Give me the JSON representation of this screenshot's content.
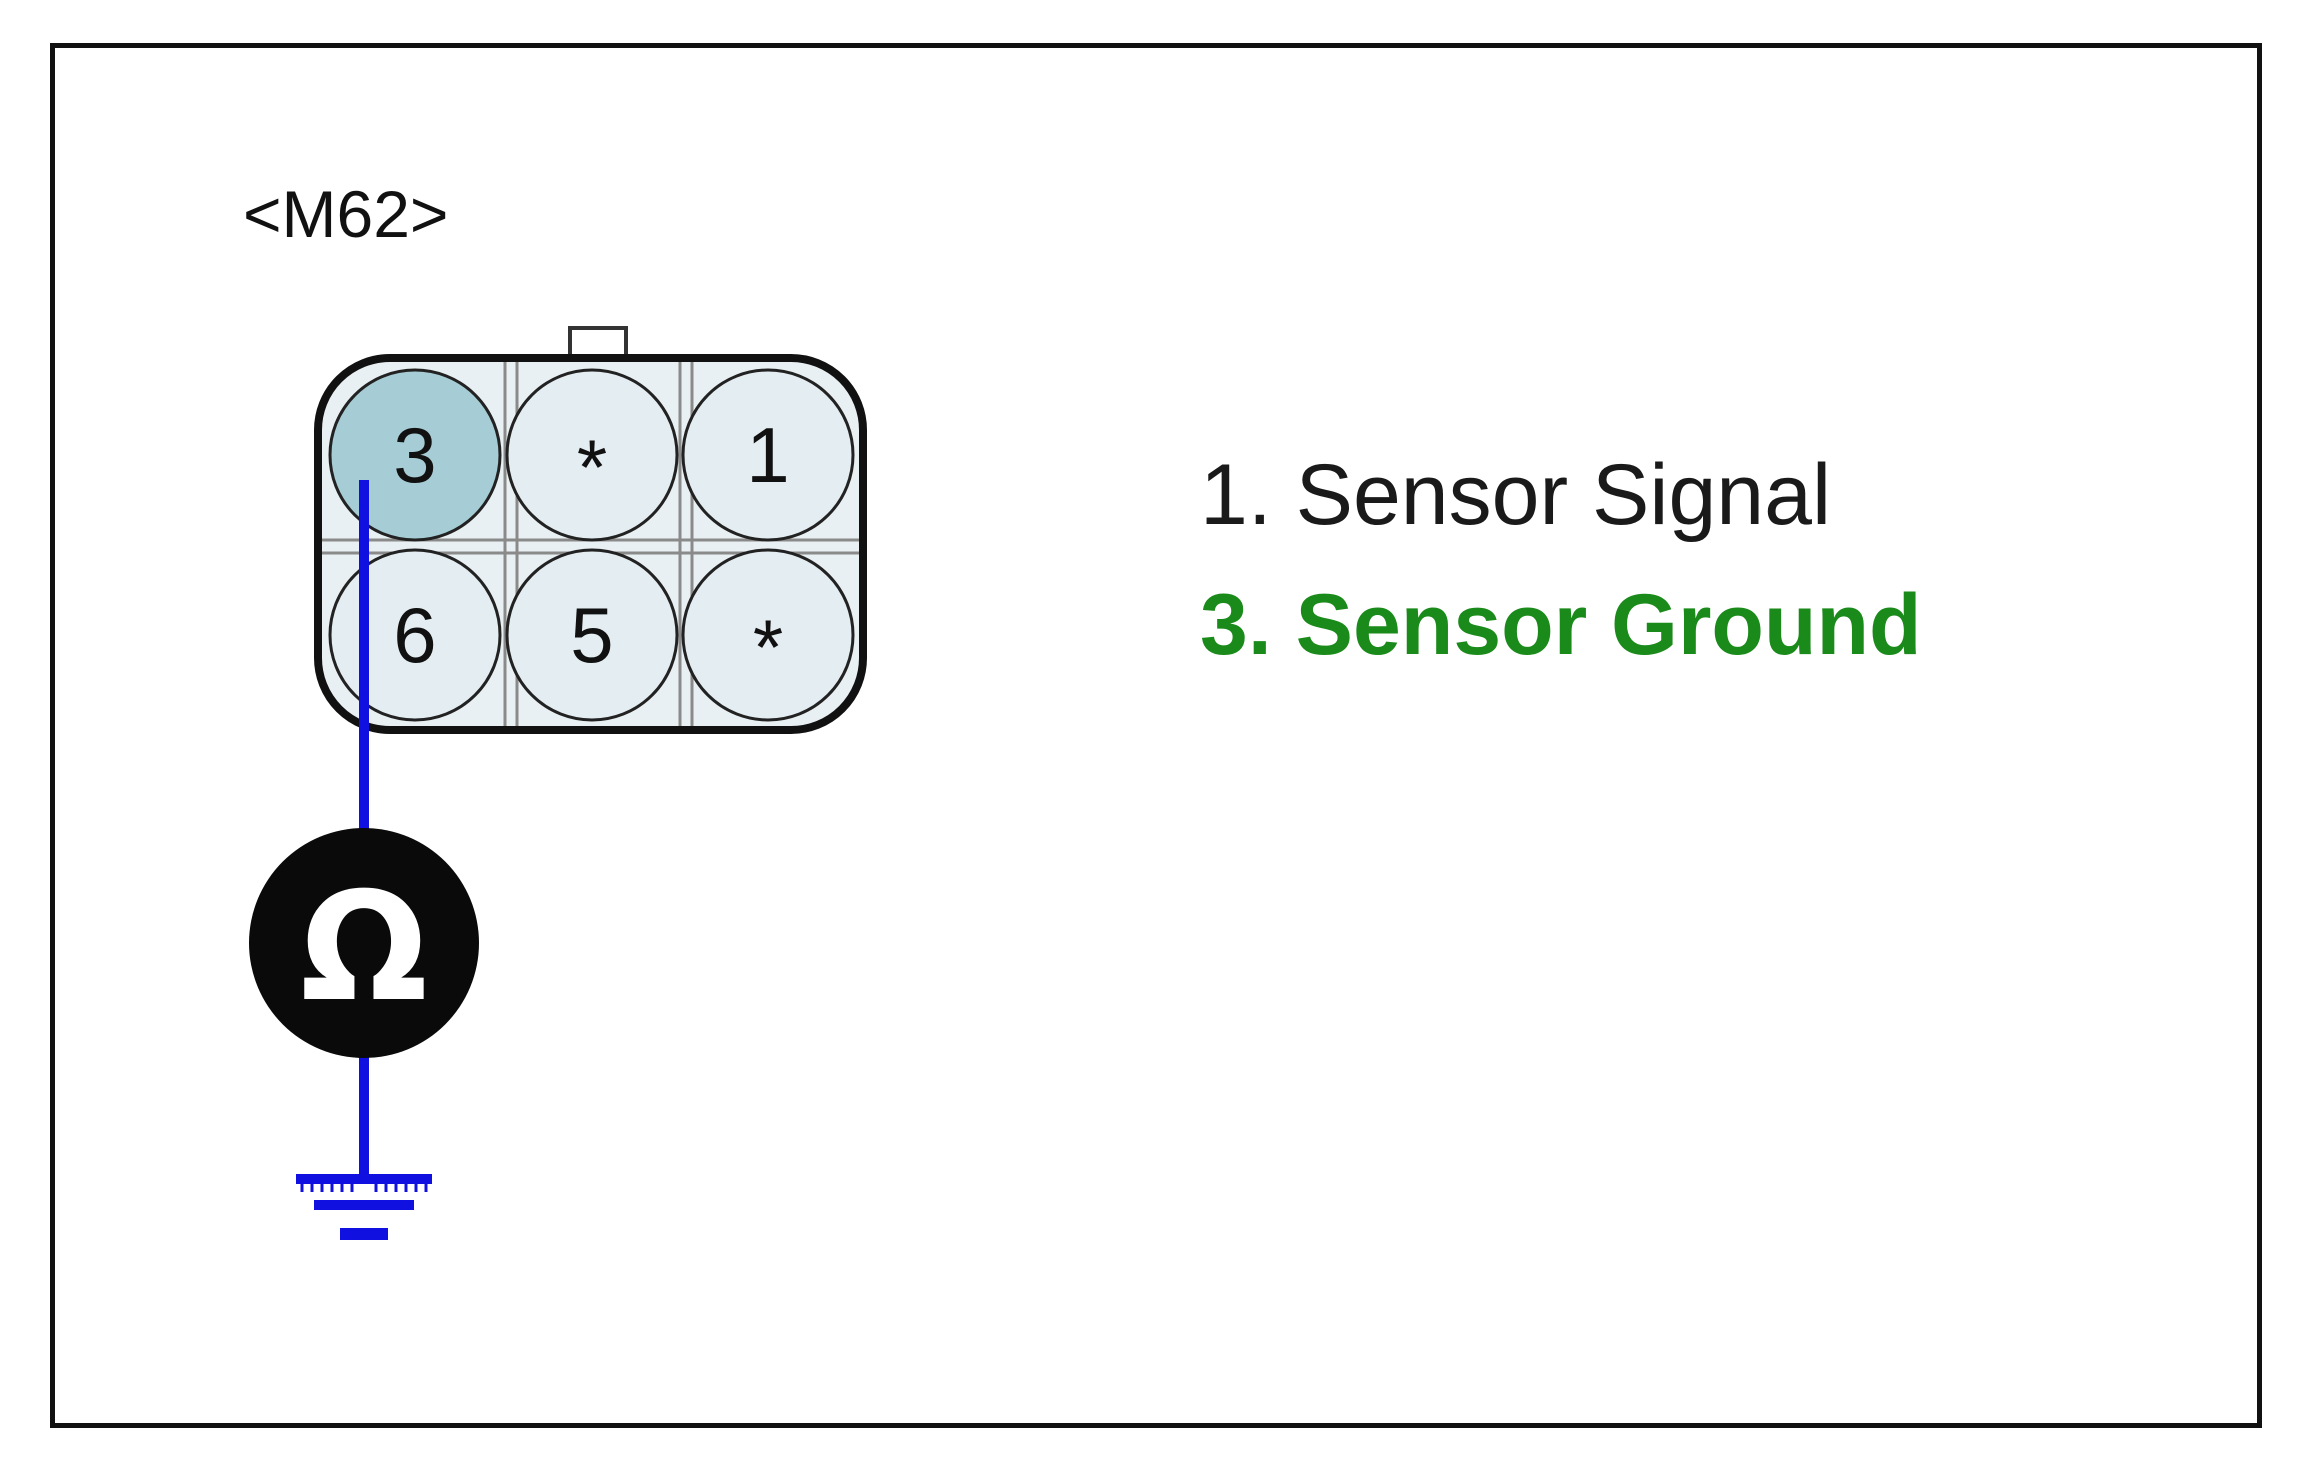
{
  "connector": {
    "id": "<M62>",
    "pins_row1": [
      "3",
      "*",
      "1"
    ],
    "pins_row2": [
      "6",
      "5",
      "*"
    ],
    "highlighted_pin": "3"
  },
  "meter": {
    "symbol": "Ω"
  },
  "legend": {
    "items": [
      {
        "text": "1. Sensor Signal",
        "color": "#1a1a1a",
        "active": false
      },
      {
        "text": "3. Sensor Ground",
        "color": "#1a8a1a",
        "active": true
      }
    ]
  },
  "colors": {
    "wire": "#1010e0",
    "pin_highlight": "#a6cdd6",
    "pin_normal": "#e4eef2",
    "connector_grid": "#8a8a8a"
  }
}
